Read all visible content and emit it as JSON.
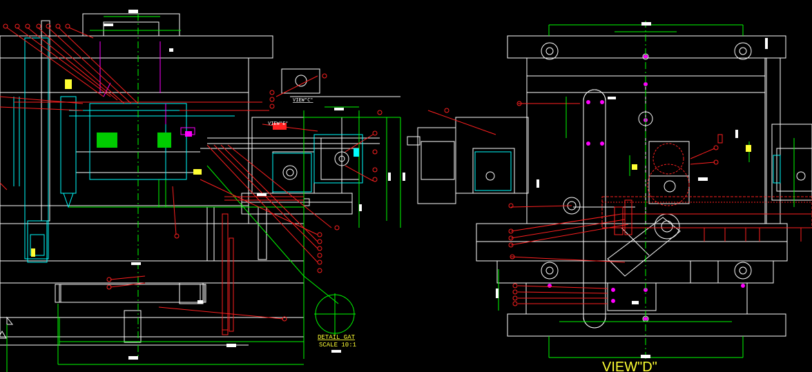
{
  "labels": {
    "view_d": "VIEW\"D\"",
    "view_c": "VIEW\"C\"",
    "view_e": "VIEW\"E\"",
    "detail_title": "DETAIL GAT",
    "detail_scale": "SCALE 10:1"
  },
  "colors": {
    "background": "#000000",
    "outline": "#ffffff",
    "dimension": "#00ff00",
    "leader": "#ff2020",
    "accent_cyan": "#00ffff",
    "accent_yellow": "#ffff33",
    "accent_magenta": "#ff00ff",
    "accent_green_fill": "#00ff00"
  }
}
